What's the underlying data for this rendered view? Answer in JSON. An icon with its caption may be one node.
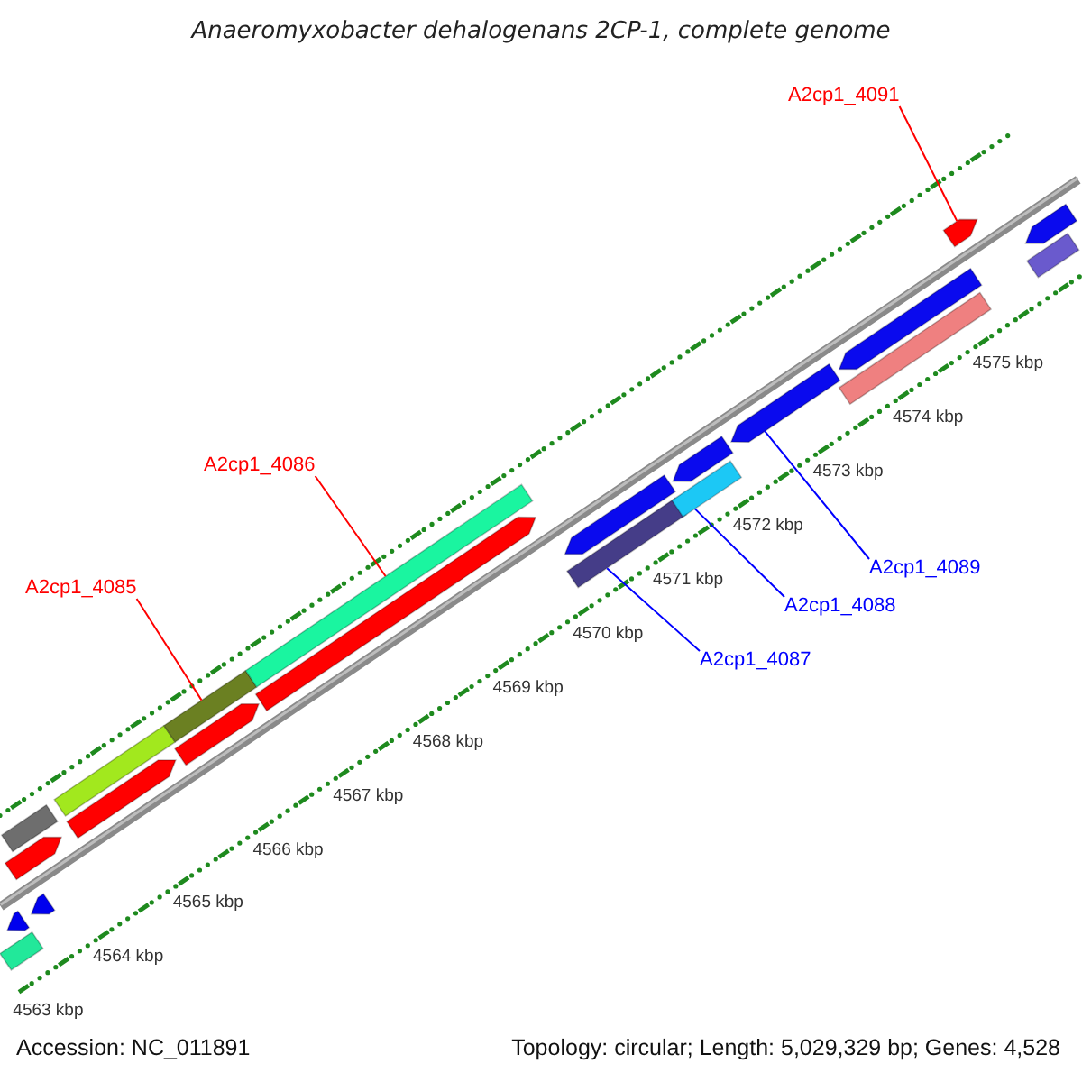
{
  "diagram": {
    "title": "Anaeromyxobacter dehalogenans 2CP-1, complete genome",
    "nodes": [
      {
        "text": [
          "A2cp1_4091"
        ]
      },
      {
        "text": [
          "A2cp1_4086"
        ]
      },
      {
        "text": [
          "A2cp1_4085"
        ]
      },
      {
        "text": [
          "A2cp1_4087"
        ]
      },
      {
        "text": [
          "A2cp1_4088"
        ]
      },
      {
        "text": [
          "A2cp1_4089"
        ]
      },
      {
        "text": [],
        "shape": "bar"
      },
      {
        "text": [],
        "shape": "bar"
      },
      {
        "text": [],
        "shape": "bar"
      },
      {
        "text": [],
        "shape": "bar"
      },
      {
        "text": [],
        "shape": "bar"
      },
      {
        "text": [],
        "shape": "bar"
      },
      {
        "text": [],
        "shape": "bar"
      },
      {
        "text": [],
        "shape": "bar"
      },
      {
        "text": [],
        "shape": "bar"
      },
      {
        "text": [],
        "shape": "bar"
      },
      {
        "text": [],
        "shape": "bar"
      },
      {
        "text": [],
        "shape": "bar"
      },
      {
        "text": [],
        "shape": "bar"
      },
      {
        "text": [],
        "shape": "bar"
      },
      {
        "text": [],
        "shape": "bar"
      },
      {
        "text": [],
        "shape": "bar"
      },
      {
        "text": [],
        "shape": "bar"
      },
      {
        "text": [],
        "shape": "bar"
      },
      {
        "text": [],
        "shape": "bar"
      },
      {
        "text": [],
        "shape": "bar"
      },
      {
        "text": [],
        "shape": "bar"
      }
    ],
    "edges": [
      {
        "from": 0,
        "to": 24,
        "arrow": "none"
      },
      {
        "from": 1,
        "to": 15,
        "arrow": "none"
      },
      {
        "from": 2,
        "to": 13,
        "arrow": "none"
      },
      {
        "from": 3,
        "to": 17,
        "arrow": "none",
        "color": "#0000ff"
      },
      {
        "from": 4,
        "to": 19,
        "arrow": "none",
        "color": "#0000ff"
      },
      {
        "from": 5,
        "to": 21,
        "arrow": "none",
        "color": "#0000ff"
      }
    ],
    "labels": [
      "4563 kbp",
      "4564 kbp",
      "4565 kbp",
      "4566 kbp",
      "4567 kbp",
      "4568 kbp",
      "4569 kbp",
      "4570 kbp",
      "4571 kbp",
      "4572 kbp",
      "4573 kbp",
      "4574 kbp",
      "4575 kbp",
      "Accession: NC_011891",
      "Topology: circular; Length: 5,029,329 bp; Genes: 4,528"
    ]
  }
}
